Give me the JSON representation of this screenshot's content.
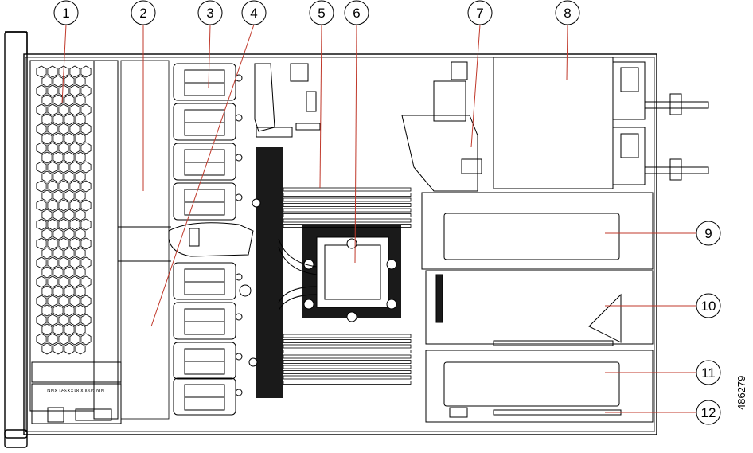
{
  "figure_id": "486279",
  "callouts": [
    {
      "label": "1"
    },
    {
      "label": "2"
    },
    {
      "label": "3"
    },
    {
      "label": "4"
    },
    {
      "label": "5"
    },
    {
      "label": "6"
    },
    {
      "label": "7"
    },
    {
      "label": "8"
    },
    {
      "label": "9"
    },
    {
      "label": "10"
    },
    {
      "label": "11"
    },
    {
      "label": "12"
    }
  ],
  "chassis_label": "NIM 2000X 81XX3R1 KNN",
  "colors": {
    "line": "#000000",
    "chassis_fill": "#ffffff",
    "heatsink": "#1a1a1a",
    "cpu": "#ffffff",
    "callout_line": "#c0392b"
  }
}
